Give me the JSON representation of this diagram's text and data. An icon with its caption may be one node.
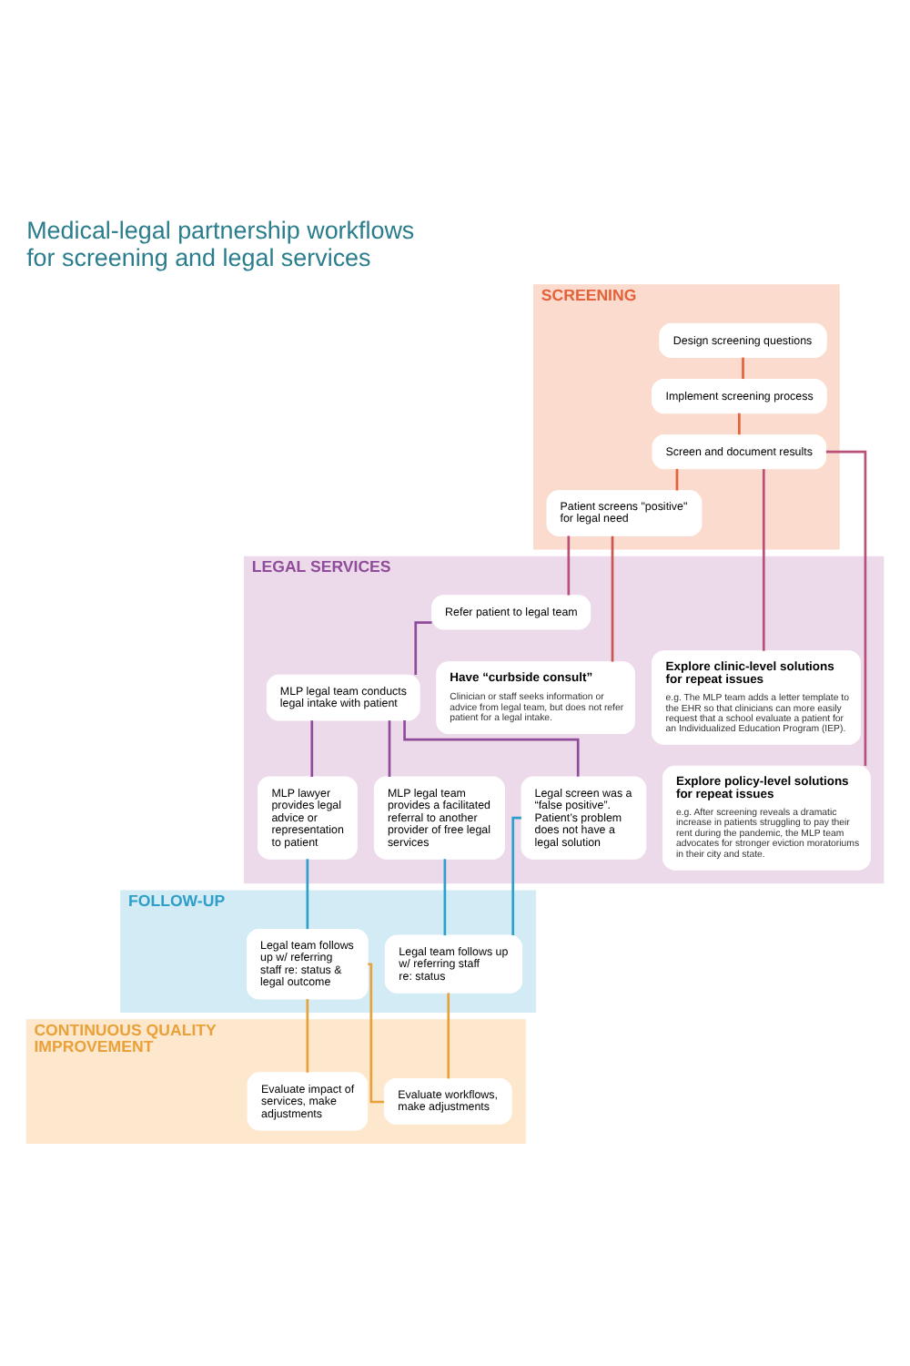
{
  "diagram": {
    "title": "Medical-legal partnership workflows for screening and legal services",
    "nodes": [
      {
        "text": [
          "SCREENING"
        ]
      },
      {
        "text": [
          "Design screening questions"
        ],
        "in": 0
      },
      {
        "text": [
          "Implement screening process"
        ],
        "in": 0
      },
      {
        "text": [
          "Screen and document results"
        ],
        "in": 0
      },
      {
        "text": [
          "Patient screens \"positive\" for legal need"
        ],
        "in": 0
      },
      {
        "text": [
          "LEGAL SERVICES"
        ]
      },
      {
        "text": [
          "Refer patient to legal team"
        ],
        "in": 5
      },
      {
        "text": [
          "Explore clinic-level solutions for repeat issues",
          "e.g. The MLP team adds a letter template to the EHR so that clinicians can more easily request that a school evaluate a patient for an Individualized Education Program (IEP)."
        ],
        "in": 5
      },
      {
        "text": [
          "MLP legal team conducts legal intake with patient"
        ],
        "in": 5
      },
      {
        "text": [
          "Have “curbside consult”",
          "Clinician or staff seeks information or advice from legal team, but does not refer patient for a legal intake."
        ],
        "in": 5
      },
      {
        "text": [
          "Explore policy-level solutions for repeat issues",
          "e.g. After screening reveals a dramatic increase in patients struggling to pay their rent during the pandemic, the MLP team advocates for stronger eviction moratoriums in their city and state."
        ],
        "in": 5
      },
      {
        "text": [
          "MLP lawyer provides legal advice or representation to patient"
        ],
        "in": 5
      },
      {
        "text": [
          "MLP legal team provides a facilitated referral to another provider of free legal services"
        ],
        "in": 5
      },
      {
        "text": [
          "Legal screen was a “false positive”. Patient’s problem does not have a legal solution"
        ],
        "in": 5
      },
      {
        "text": [
          "FOLLOW-UP"
        ]
      },
      {
        "text": [
          "Legal team follows up w/ referring staff re: status & legal outcome"
        ],
        "in": 14
      },
      {
        "text": [
          "Legal team follows up w/ referring staff re: status"
        ],
        "in": 14
      },
      {
        "text": [
          "CONTINUOUS QUALITY IMPROVEMENT"
        ]
      },
      {
        "text": [
          "Evaluate impact of services, make adjustments"
        ],
        "in": 17
      },
      {
        "text": [
          "Evaluate workflows, make adjustments"
        ],
        "in": 17
      }
    ],
    "edges": [
      {
        "from": 1,
        "to": 2,
        "arrow": "none",
        "color": "#e4623a"
      },
      {
        "from": 2,
        "to": 3,
        "arrow": "none",
        "color": "#e4623a"
      },
      {
        "from": 3,
        "to": 4,
        "arrow": "none",
        "color": "#e4623a"
      },
      {
        "from": 3,
        "to": 7,
        "arrow": "none",
        "color": "#b9507a"
      },
      {
        "from": 3,
        "to": 10,
        "arrow": "none",
        "color": "#b9507a"
      },
      {
        "from": 4,
        "to": 6,
        "arrow": "none",
        "color": "#b9507a"
      },
      {
        "from": 4,
        "to": 9,
        "arrow": "none",
        "color": "#c8584f"
      },
      {
        "from": 6,
        "to": 8,
        "arrow": "none",
        "color": "#8e4c9a"
      },
      {
        "from": 8,
        "to": 11,
        "arrow": "none",
        "color": "#8e4c9a"
      },
      {
        "from": 8,
        "to": 12,
        "arrow": "none",
        "color": "#8e4c9a"
      },
      {
        "from": 8,
        "to": 13,
        "arrow": "none",
        "color": "#8e4c9a"
      },
      {
        "from": 11,
        "to": 15,
        "arrow": "none",
        "color": "#2e9fc9"
      },
      {
        "from": 12,
        "to": 16,
        "arrow": "none",
        "color": "#2e9fc9"
      },
      {
        "from": 13,
        "to": 16,
        "arrow": "none",
        "color": "#2e9fc9"
      },
      {
        "from": 15,
        "to": 18,
        "arrow": "none",
        "color": "#e9a13a"
      },
      {
        "from": 15,
        "to": 19,
        "arrow": "none",
        "color": "#e9a13a"
      },
      {
        "from": 16,
        "to": 19,
        "arrow": "none",
        "color": "#e9a13a"
      }
    ]
  }
}
